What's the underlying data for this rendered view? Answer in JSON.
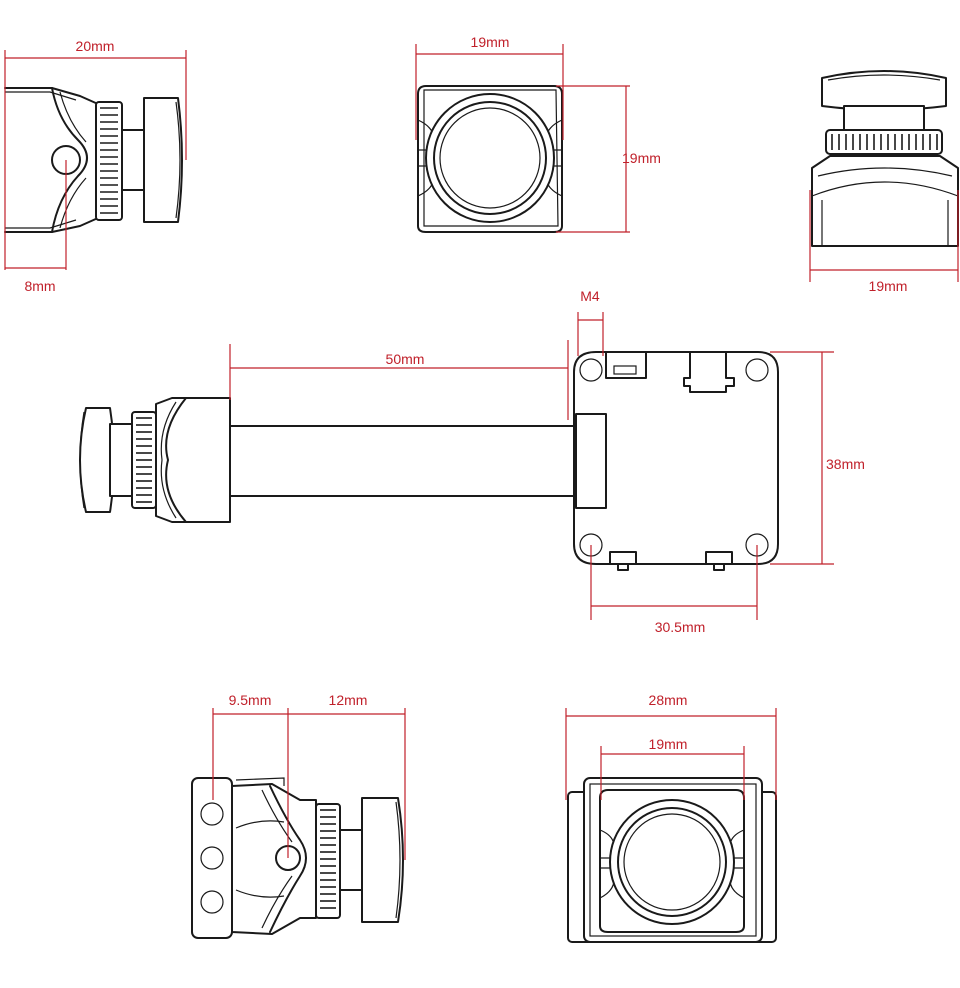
{
  "accent_color": "#c0202a",
  "line_color": "#1a1a1a",
  "views": {
    "side_top_left": {
      "width_label": "20mm",
      "depth_label": "8mm"
    },
    "front_top": {
      "width_label": "19mm",
      "height_label": "19mm"
    },
    "top_right": {
      "width_label": "19mm"
    },
    "assembly": {
      "cable_length_label": "50mm",
      "thread_label": "M4",
      "board_height_label": "38mm",
      "hole_spacing_label": "30.5mm"
    },
    "side_bracket": {
      "depth_label": "9.5mm",
      "lens_label": "12mm"
    },
    "front_bracket": {
      "outer_label": "28mm",
      "inner_label": "19mm"
    }
  }
}
